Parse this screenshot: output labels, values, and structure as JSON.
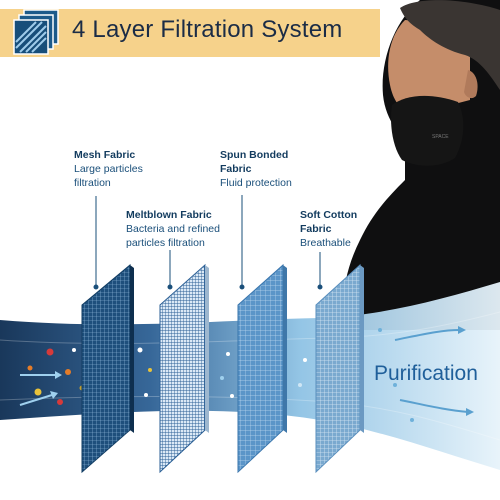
{
  "header": {
    "title": "4 Layer Filtration System",
    "icon": "stacked-layers-icon"
  },
  "layers": [
    {
      "name": "Mesh Fabric",
      "description_lines": [
        "Large particles",
        "filtration"
      ]
    },
    {
      "name": "Meltblown Fabric",
      "description_lines": [
        "Bacteria and refined",
        "particles filtration"
      ]
    },
    {
      "name_lines": [
        "Spun Bonded",
        "Fabric"
      ],
      "description_lines": [
        "Fluid protection"
      ]
    },
    {
      "name_lines": [
        "Soft Cotton",
        "Fabric"
      ],
      "description_lines": [
        "Breathable"
      ]
    }
  ],
  "result_label": "Purification",
  "colors": {
    "banner": "#f6d28b",
    "title_text": "#1b2c46",
    "layer_label": "#1a4f7a",
    "air_flow_dark": "#0d2d52",
    "air_flow_light": "#d8ecf7",
    "purification_text": "#1f5f9a",
    "mask": "#141414"
  }
}
